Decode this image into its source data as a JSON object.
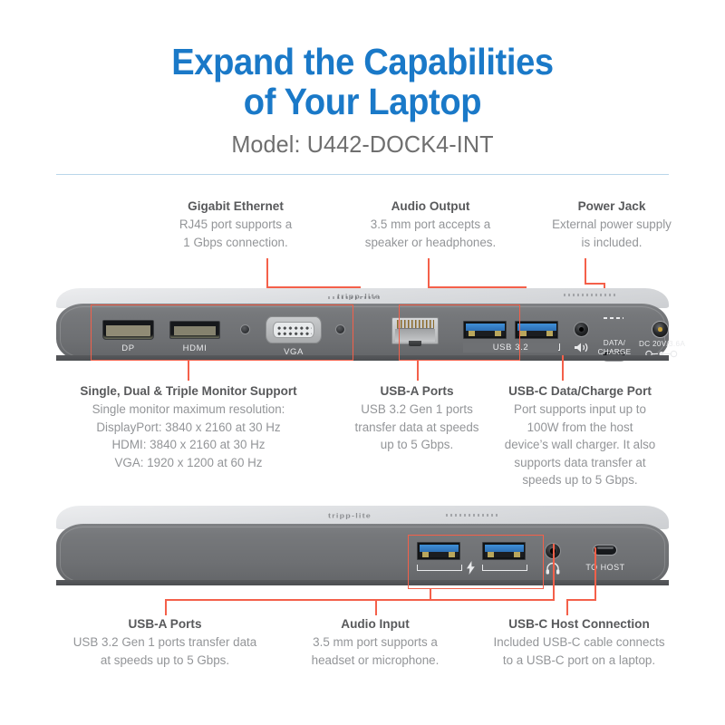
{
  "header": {
    "title_line1": "Expand the Capabilities",
    "title_line2": "of Your Laptop",
    "model": "Model: U442-DOCK4-INT",
    "title_color": "#1a79c8",
    "divider_color": "#b9d6ea"
  },
  "accent_color": "#f4604a",
  "heading_color": "#58595b",
  "body_color": "#939598",
  "callouts": {
    "gigabit_ethernet": {
      "heading": "Gigabit Ethernet",
      "lines": [
        "RJ45 port supports a",
        "1 Gbps connection."
      ]
    },
    "audio_output": {
      "heading": "Audio Output",
      "lines": [
        "3.5 mm port accepts a",
        "speaker or headphones."
      ]
    },
    "power_jack": {
      "heading": "Power Jack",
      "lines": [
        "External power supply",
        "is included."
      ]
    },
    "monitor_support": {
      "heading": "Single, Dual & Triple Monitor Support",
      "lines": [
        "Single monitor maximum resolution:",
        "DisplayPort: 3840 x 2160 at 30 Hz",
        "HDMI: 3840 x 2160 at 30 Hz",
        "VGA: 1920 x 1200 at 60 Hz"
      ]
    },
    "usb_a_rear": {
      "heading": "USB-A Ports",
      "lines": [
        "USB 3.2 Gen 1 ports",
        "transfer data at speeds",
        "up to 5 Gbps."
      ]
    },
    "usb_c_data_charge": {
      "heading": "USB-C Data/Charge Port",
      "lines": [
        "Port supports input up to",
        "100W from the host",
        "device’s wall charger. It also",
        "supports data transfer at",
        "speeds up to 5 Gbps."
      ]
    },
    "usb_a_front": {
      "heading": "USB-A Ports",
      "lines": [
        "USB 3.2 Gen 1 ports transfer data",
        "at speeds up to 5 Gbps."
      ]
    },
    "audio_input": {
      "heading": "Audio Input",
      "lines": [
        "3.5 mm port supports a",
        "headset or microphone."
      ]
    },
    "usb_c_host": {
      "heading": "USB-C Host Connection",
      "lines": [
        "Included USB-C cable connects",
        "to a USB-C port on a laptop."
      ]
    }
  },
  "device_rear": {
    "brand": "tripp-lite",
    "port_labels": {
      "dp": "DP",
      "hdmi": "HDMI",
      "vga": "VGA",
      "usb_group": "USB 3.2",
      "usb_c": [
        "DATA/",
        "CHARGE"
      ],
      "dc_jack": "DC 20V/3.6A"
    }
  },
  "device_front": {
    "brand": "tripp-lite",
    "port_labels": {
      "usb_c_host": "TO HOST"
    }
  }
}
